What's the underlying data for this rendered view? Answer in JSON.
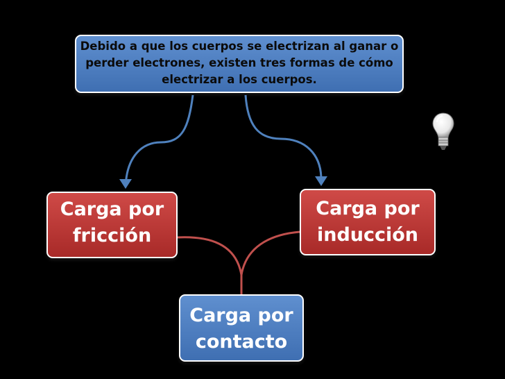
{
  "intro": {
    "text": "Debido a que los cuerpos se electrizan al ganar o perder electrones, existen tres formas de cómo electrizar a los cuerpos."
  },
  "nodes": {
    "friccion": "Carga por\nfricción",
    "induccion": "Carga por\ninducción",
    "contacto": "Carga por\ncontacto"
  },
  "colors": {
    "background": "#000000",
    "blue_box": "#4f7fc0",
    "red_box": "#b83533",
    "blue_arrow": "#4f81bd",
    "red_connector": "#c0504d"
  },
  "icons": {
    "bulb": "light-bulb-icon"
  }
}
